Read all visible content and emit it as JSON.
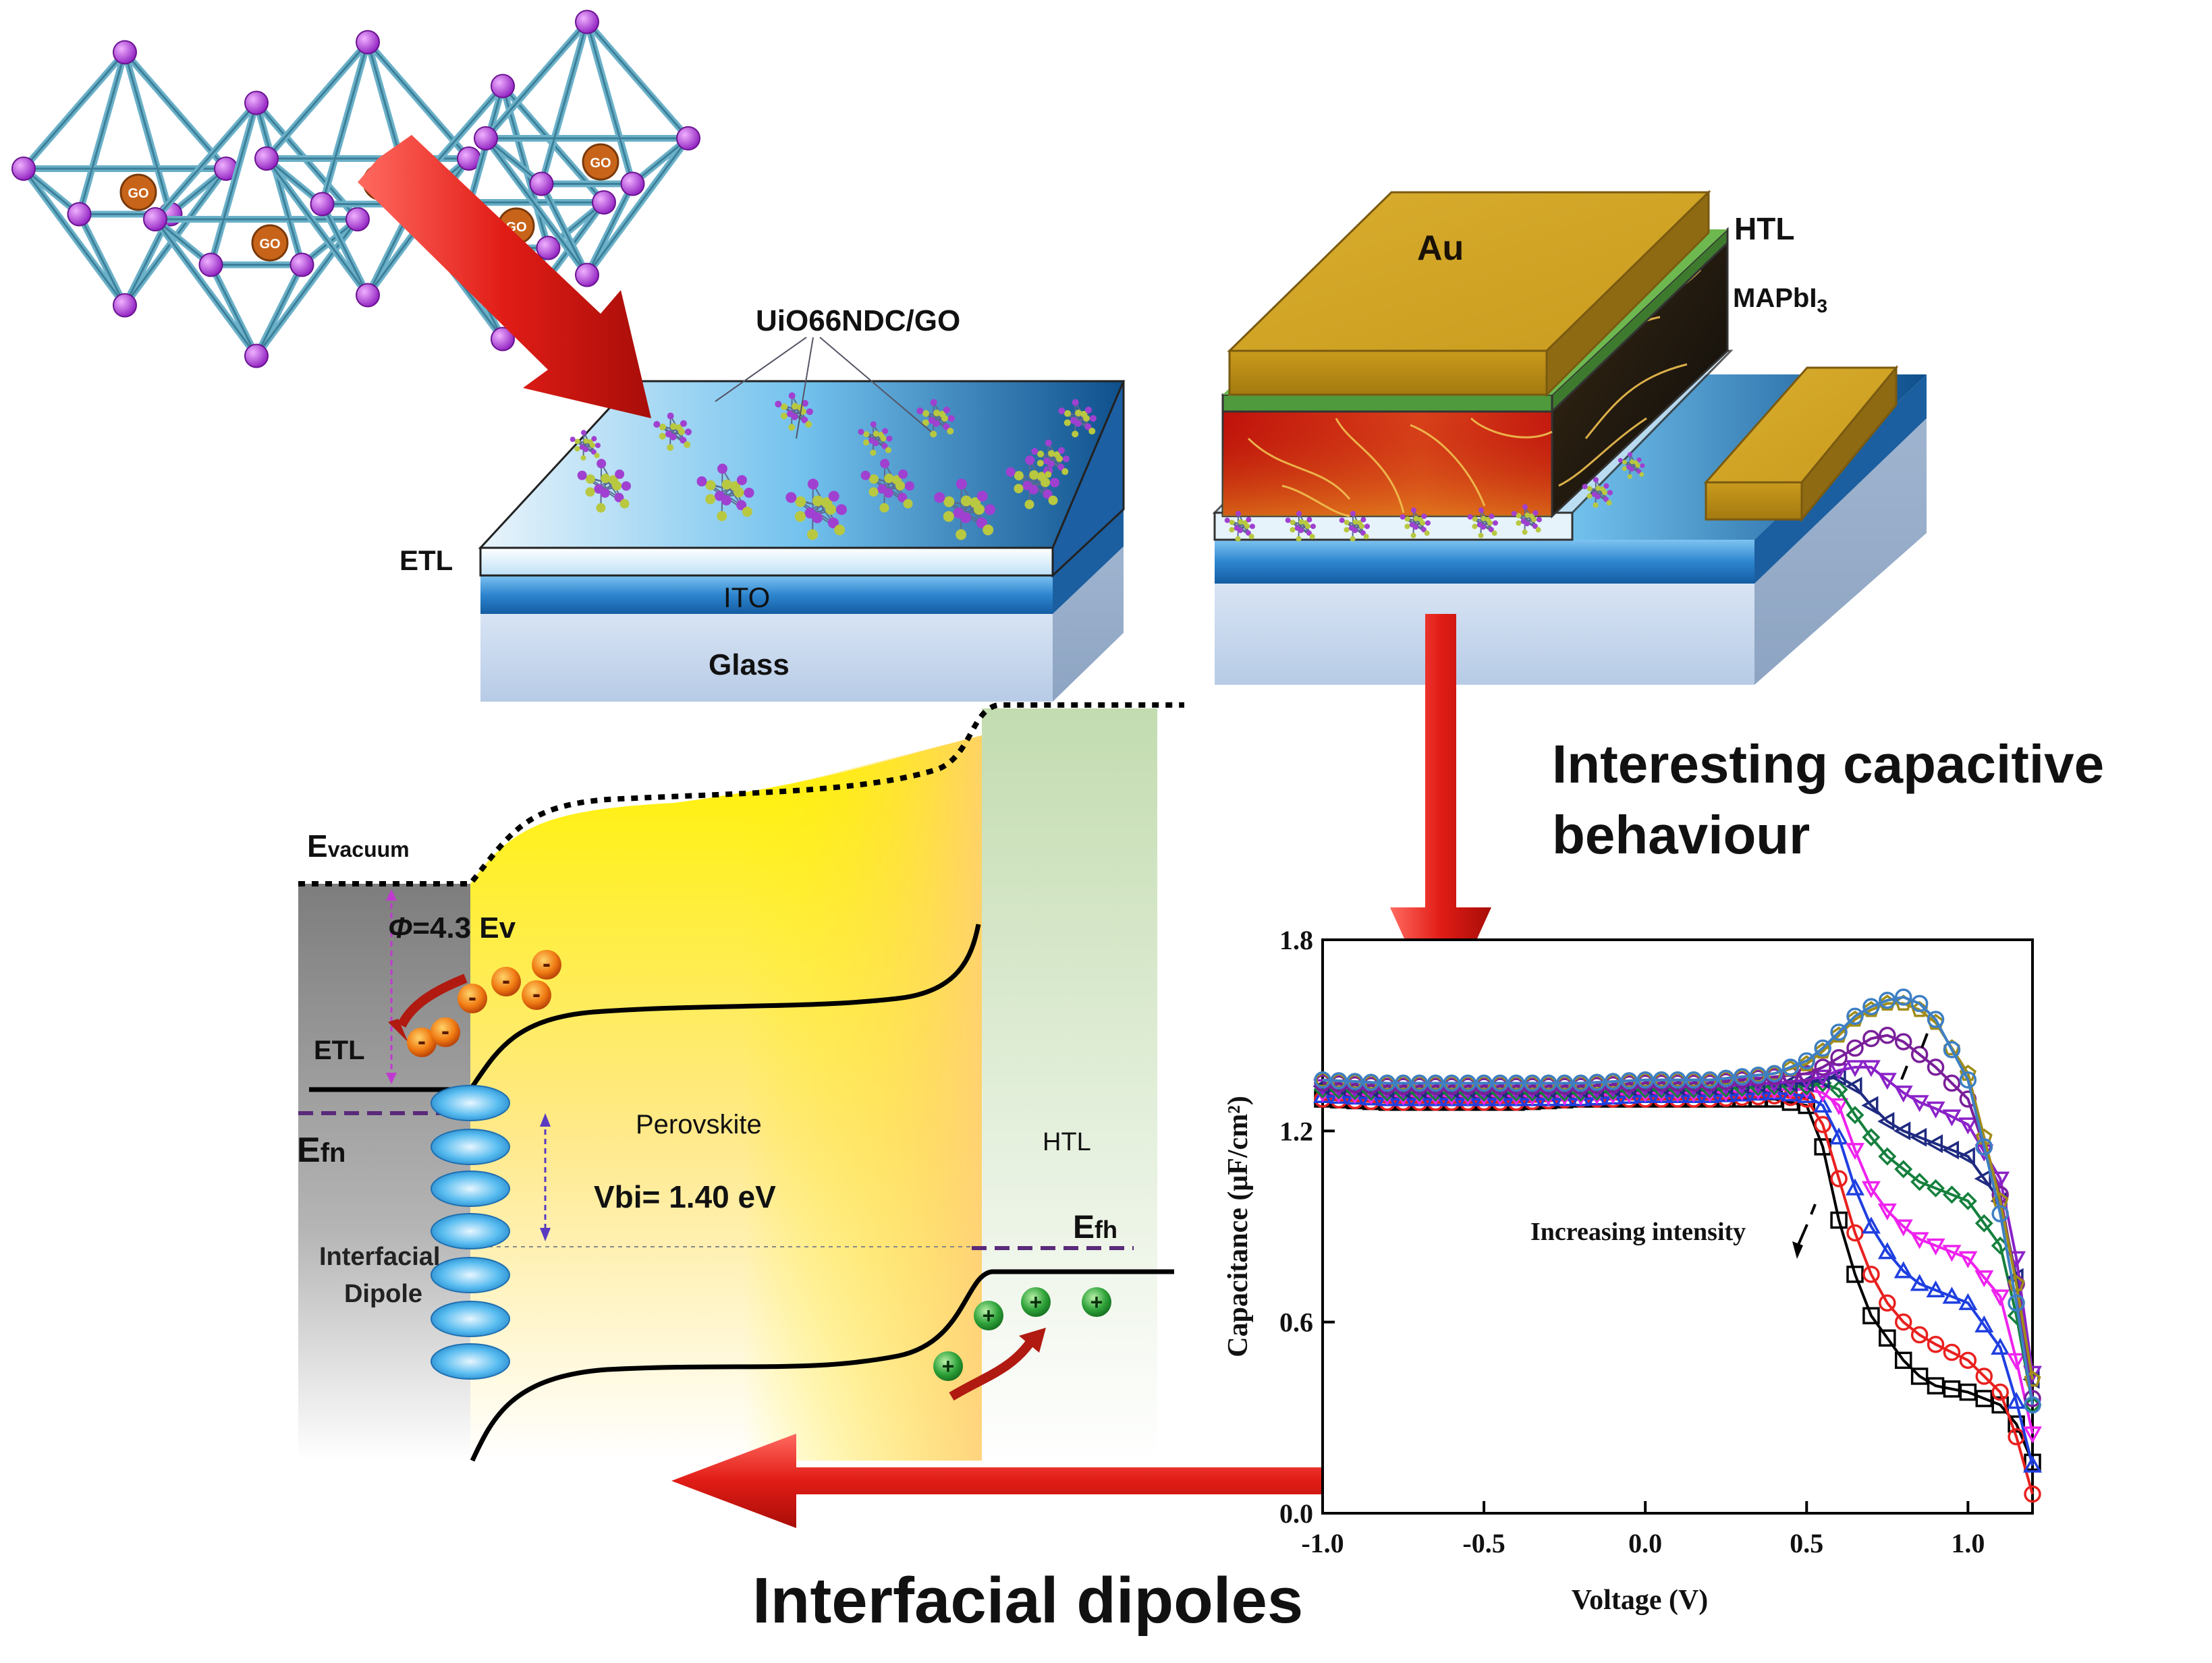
{
  "mof": {
    "node_label": "GO"
  },
  "device_left": {
    "film_label": "UiO66NDC/GO",
    "layers": {
      "etl": "ETL",
      "ito": "ITO",
      "glass": "Glass"
    }
  },
  "device_right": {
    "layers": {
      "au": "Au",
      "htl": "HTL",
      "perovskite_main": "MAPbI",
      "perovskite_sub": "3"
    }
  },
  "band_diagram": {
    "vacuum_main": "E",
    "vacuum_sub": "vacuum",
    "phi_symbol": "Φ",
    "phi_value": "=4.3 Ev",
    "etl": "ETL",
    "efn_main": "E",
    "efn_sub": "fn",
    "perovskite": "Perovskite",
    "vbi": "Vbi= 1.40 eV",
    "interfacial_dipole_line1": "Interfacial",
    "interfacial_dipole_line2": "Dipole",
    "htl": "HTL",
    "efh_main": "E",
    "efh_sub": "fh",
    "electron_sign": "-",
    "hole_sign": "+"
  },
  "captions": {
    "capacitive_line1": "Interesting capacitive",
    "capacitive_line2": "behaviour",
    "dipoles": "Interfacial dipoles"
  },
  "colors": {
    "arrow": "#e41a1c",
    "gold": "#d4a72c",
    "htl_green": "#4f9a3c",
    "ito_blue": "#2f7fc9",
    "glass": "#c7d7ee",
    "perovskite_yellow": "#fff200",
    "etl_gray": "#8c8c8c",
    "dipole_blue": "#3aa8e8",
    "mof_node": "#b03fd8",
    "mof_edge": "#6ab0c8"
  },
  "chart_data": {
    "type": "line",
    "xlabel": "Voltage (V)",
    "ylabel": "Capacitance (μF/cm²)",
    "xlim": [
      -1.0,
      1.2
    ],
    "ylim": [
      0.0,
      1.8
    ],
    "xticks": [
      "-1.0",
      "-0.5",
      "0.0",
      "0.5",
      "1.0"
    ],
    "yticks": [
      "0.0",
      "0.6",
      "1.2",
      "1.8"
    ],
    "annotation": "Increasing intensity",
    "series": [
      {
        "color": "#000000",
        "marker": "square",
        "x": [
          -1.0,
          -0.8,
          -0.6,
          -0.4,
          -0.2,
          0.0,
          0.2,
          0.4,
          0.5,
          0.55,
          0.6,
          0.65,
          0.7,
          0.75,
          0.8,
          0.85,
          0.9,
          1.0,
          1.1,
          1.15,
          1.2
        ],
        "y": [
          1.3,
          1.29,
          1.29,
          1.29,
          1.3,
          1.3,
          1.3,
          1.3,
          1.28,
          1.15,
          0.92,
          0.75,
          0.62,
          0.55,
          0.48,
          0.43,
          0.4,
          0.38,
          0.34,
          0.28,
          0.16
        ]
      },
      {
        "color": "#e8211f",
        "marker": "circle",
        "x": [
          -1.0,
          -0.8,
          -0.6,
          -0.4,
          -0.2,
          0.0,
          0.2,
          0.4,
          0.5,
          0.55,
          0.6,
          0.65,
          0.7,
          0.75,
          0.8,
          0.85,
          0.9,
          1.0,
          1.1,
          1.15,
          1.2
        ],
        "y": [
          1.3,
          1.29,
          1.29,
          1.29,
          1.3,
          1.3,
          1.3,
          1.31,
          1.3,
          1.22,
          1.05,
          0.88,
          0.75,
          0.66,
          0.6,
          0.56,
          0.53,
          0.48,
          0.38,
          0.24,
          0.06
        ]
      },
      {
        "color": "#1f3fe0",
        "marker": "triangle",
        "x": [
          -1.0,
          -0.8,
          -0.6,
          -0.4,
          -0.2,
          0.0,
          0.2,
          0.4,
          0.5,
          0.55,
          0.6,
          0.65,
          0.7,
          0.75,
          0.8,
          0.85,
          0.9,
          1.0,
          1.1,
          1.15,
          1.2
        ],
        "y": [
          1.31,
          1.3,
          1.3,
          1.3,
          1.3,
          1.31,
          1.31,
          1.32,
          1.31,
          1.28,
          1.18,
          1.02,
          0.9,
          0.82,
          0.76,
          0.72,
          0.7,
          0.66,
          0.52,
          0.35,
          0.15
        ]
      },
      {
        "color": "#ee22ee",
        "marker": "tri-down",
        "x": [
          -1.0,
          -0.8,
          -0.6,
          -0.4,
          -0.2,
          0.0,
          0.2,
          0.4,
          0.5,
          0.55,
          0.6,
          0.65,
          0.7,
          0.75,
          0.8,
          0.85,
          0.9,
          1.0,
          1.1,
          1.15,
          1.2
        ],
        "y": [
          1.32,
          1.31,
          1.31,
          1.31,
          1.31,
          1.32,
          1.32,
          1.33,
          1.33,
          1.32,
          1.28,
          1.14,
          1.02,
          0.95,
          0.9,
          0.86,
          0.84,
          0.8,
          0.68,
          0.48,
          0.25
        ]
      },
      {
        "color": "#15803d",
        "marker": "diamond",
        "x": [
          -1.0,
          -0.8,
          -0.6,
          -0.4,
          -0.2,
          0.0,
          0.2,
          0.4,
          0.5,
          0.55,
          0.6,
          0.65,
          0.7,
          0.75,
          0.8,
          0.85,
          0.9,
          1.0,
          1.1,
          1.15,
          1.2
        ],
        "y": [
          1.33,
          1.32,
          1.32,
          1.32,
          1.32,
          1.33,
          1.33,
          1.34,
          1.34,
          1.35,
          1.33,
          1.25,
          1.18,
          1.12,
          1.08,
          1.04,
          1.02,
          0.98,
          0.84,
          0.62,
          0.34
        ]
      },
      {
        "color": "#1f2a80",
        "marker": "tri-left",
        "x": [
          -1.0,
          -0.8,
          -0.6,
          -0.4,
          -0.2,
          0.0,
          0.2,
          0.4,
          0.5,
          0.55,
          0.6,
          0.65,
          0.7,
          0.75,
          0.8,
          0.85,
          0.9,
          1.0,
          1.1,
          1.15,
          1.2
        ],
        "y": [
          1.34,
          1.33,
          1.33,
          1.33,
          1.33,
          1.34,
          1.34,
          1.35,
          1.35,
          1.36,
          1.37,
          1.34,
          1.28,
          1.23,
          1.2,
          1.18,
          1.16,
          1.12,
          0.98,
          0.74,
          0.42
        ]
      },
      {
        "color": "#8a22c8",
        "marker": "tri-down",
        "x": [
          -1.0,
          -0.8,
          -0.6,
          -0.4,
          -0.2,
          0.0,
          0.2,
          0.4,
          0.5,
          0.55,
          0.6,
          0.65,
          0.7,
          0.75,
          0.8,
          0.85,
          0.9,
          1.0,
          1.1,
          1.15,
          1.2
        ],
        "y": [
          1.34,
          1.33,
          1.33,
          1.33,
          1.33,
          1.34,
          1.34,
          1.35,
          1.36,
          1.37,
          1.39,
          1.4,
          1.4,
          1.36,
          1.32,
          1.29,
          1.27,
          1.22,
          1.05,
          0.8,
          0.44
        ]
      },
      {
        "color": "#7a1f9a",
        "marker": "circle",
        "x": [
          -1.0,
          -0.8,
          -0.6,
          -0.4,
          -0.2,
          0.0,
          0.2,
          0.4,
          0.5,
          0.55,
          0.6,
          0.65,
          0.7,
          0.75,
          0.8,
          0.85,
          0.9,
          1.0,
          1.1,
          1.15,
          1.2
        ],
        "y": [
          1.35,
          1.34,
          1.34,
          1.34,
          1.34,
          1.35,
          1.35,
          1.37,
          1.38,
          1.4,
          1.43,
          1.46,
          1.49,
          1.5,
          1.48,
          1.44,
          1.4,
          1.3,
          1.0,
          0.72,
          0.36
        ]
      },
      {
        "color": "#a08c1a",
        "marker": "pentagon",
        "x": [
          -1.0,
          -0.8,
          -0.6,
          -0.4,
          -0.2,
          0.0,
          0.2,
          0.4,
          0.5,
          0.55,
          0.6,
          0.65,
          0.7,
          0.75,
          0.8,
          0.85,
          0.9,
          1.0,
          1.1,
          1.15,
          1.2
        ],
        "y": [
          1.36,
          1.35,
          1.35,
          1.35,
          1.35,
          1.36,
          1.36,
          1.38,
          1.41,
          1.45,
          1.5,
          1.55,
          1.58,
          1.6,
          1.6,
          1.58,
          1.54,
          1.38,
          0.98,
          0.72,
          0.42
        ]
      },
      {
        "color": "#3e7fc4",
        "marker": "circle",
        "x": [
          -1.0,
          -0.8,
          -0.6,
          -0.4,
          -0.2,
          0.0,
          0.2,
          0.4,
          0.5,
          0.55,
          0.6,
          0.65,
          0.7,
          0.75,
          0.8,
          0.85,
          0.9,
          1.0,
          1.1,
          1.15,
          1.2
        ],
        "y": [
          1.36,
          1.35,
          1.35,
          1.35,
          1.35,
          1.36,
          1.36,
          1.38,
          1.42,
          1.46,
          1.51,
          1.56,
          1.59,
          1.61,
          1.62,
          1.6,
          1.55,
          1.36,
          0.94,
          0.66,
          0.34
        ]
      }
    ]
  }
}
